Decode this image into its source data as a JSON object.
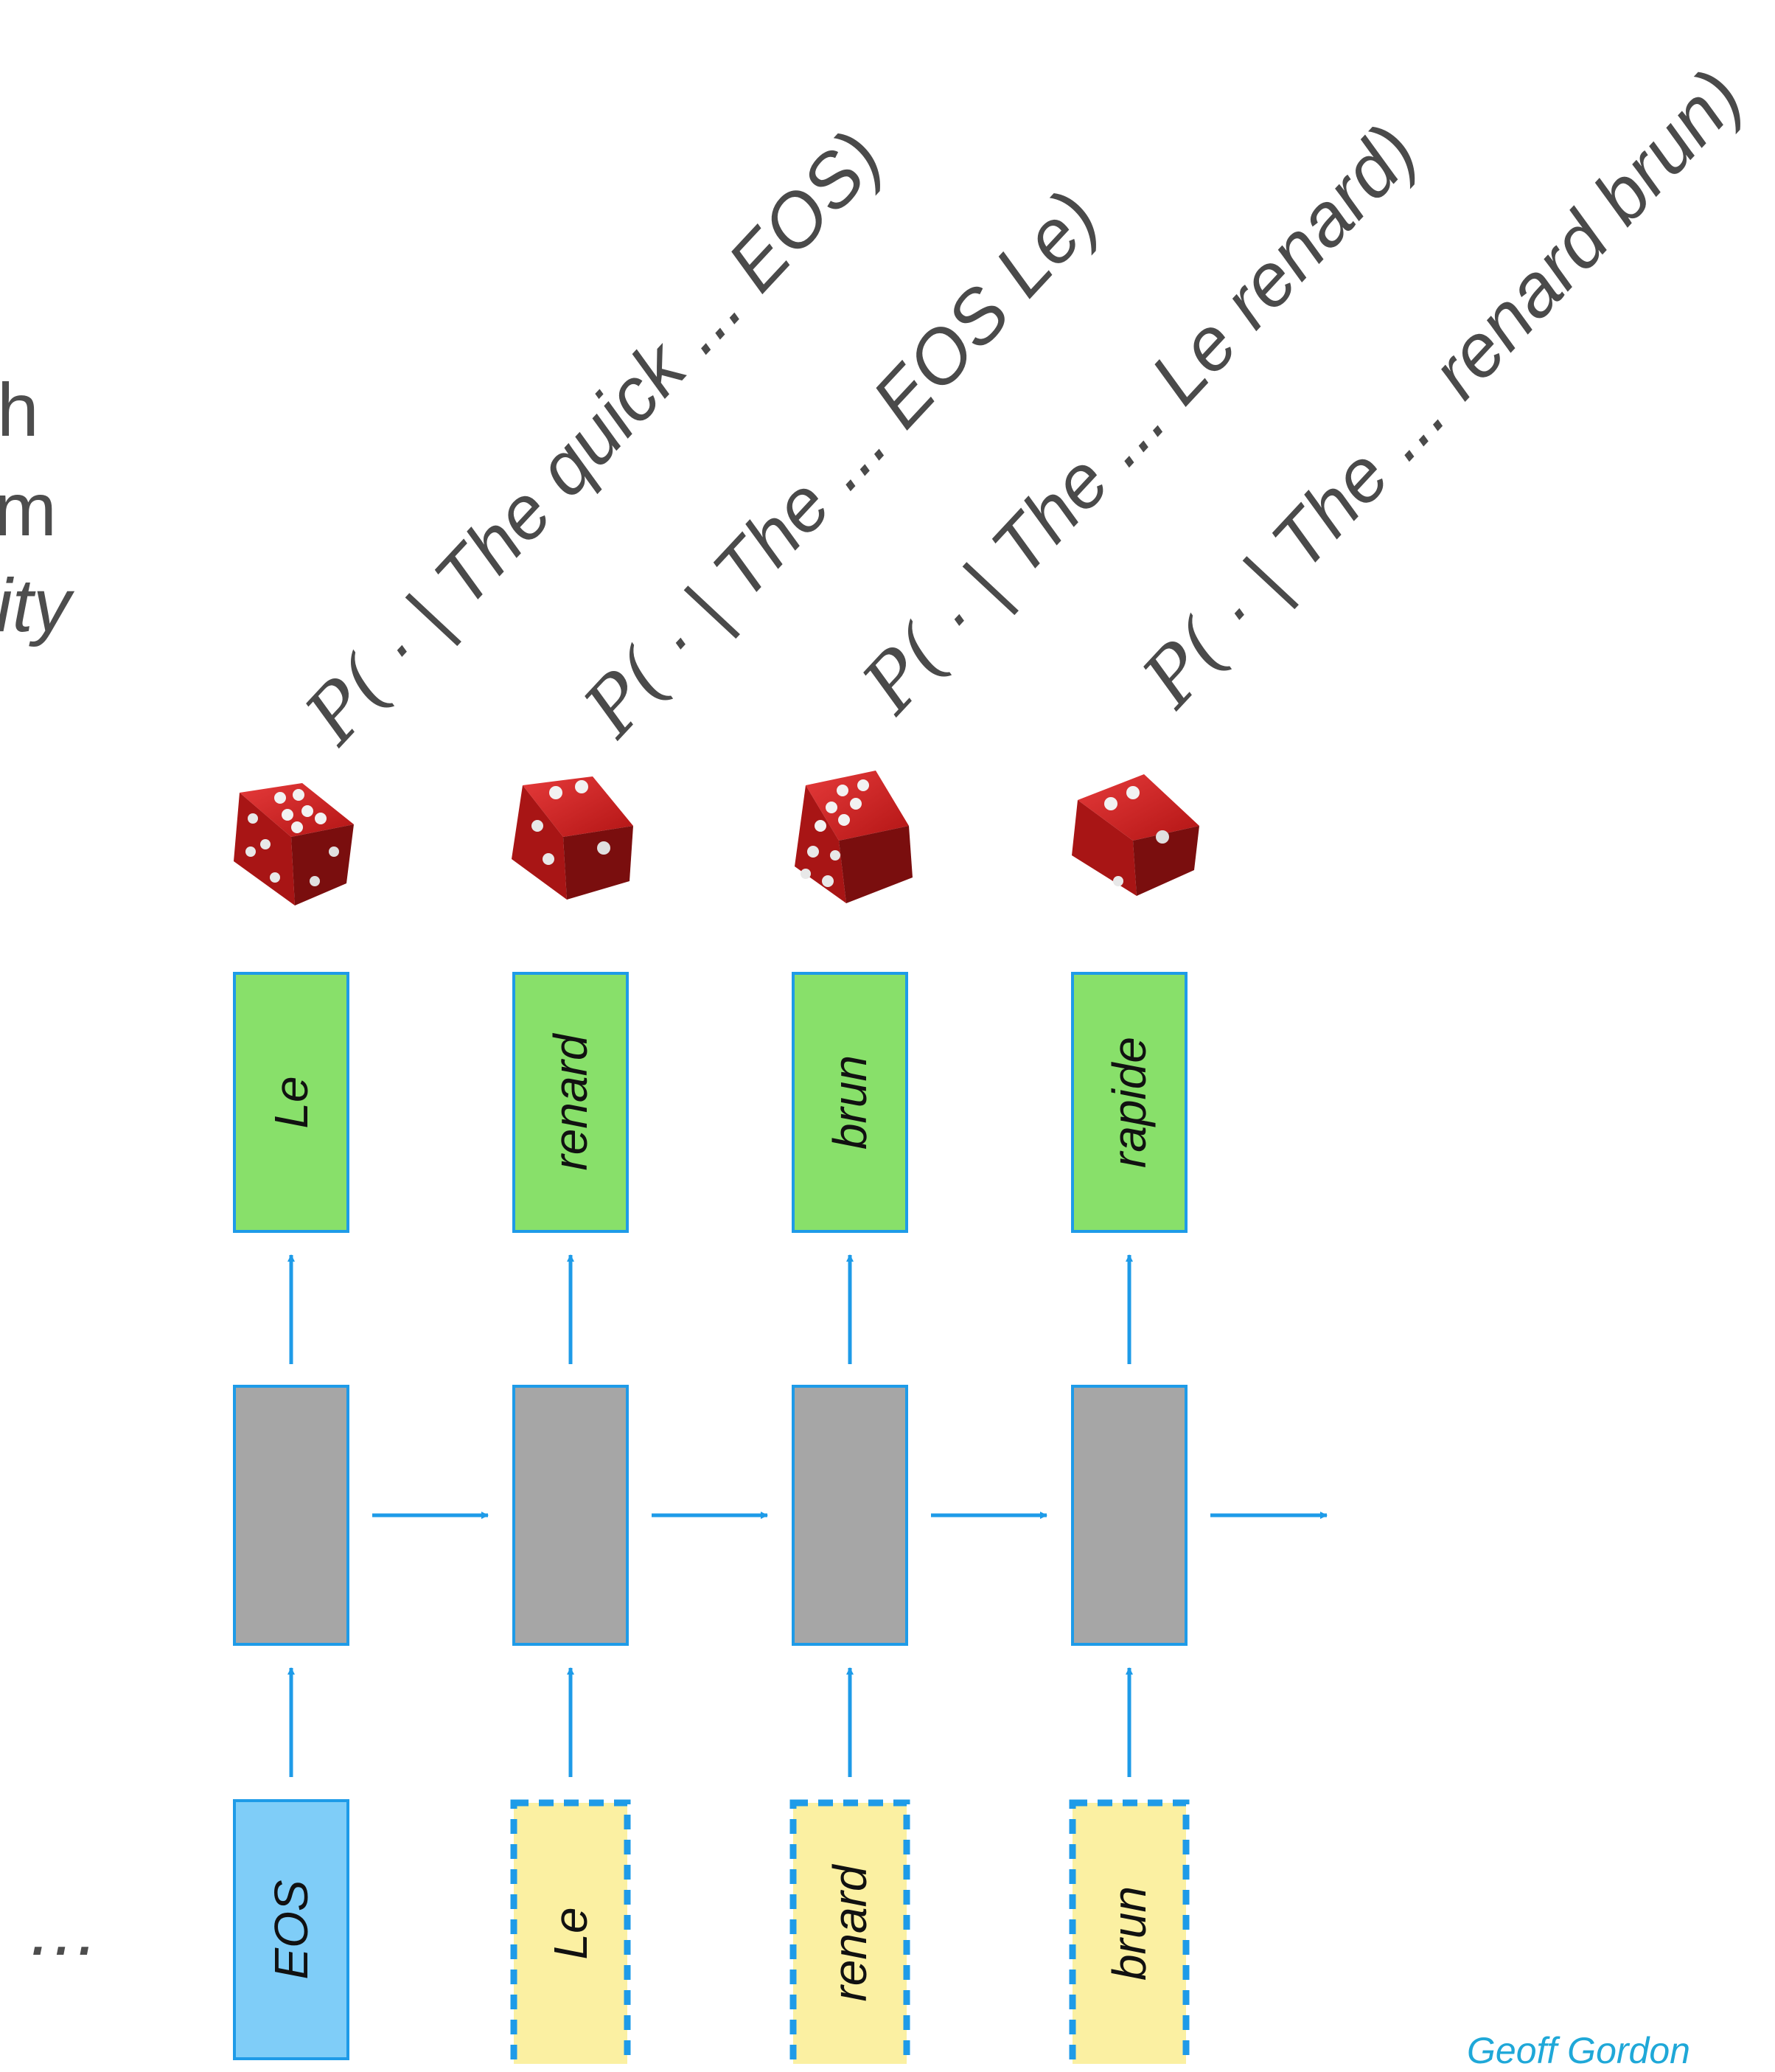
{
  "left_fragments": [
    "h",
    "m",
    "ity"
  ],
  "ellipsis": "…",
  "credit": "Geoff Gordon",
  "prob_labels": [
    {
      "p": "P(",
      "rest": " · | The quick ... EOS)"
    },
    {
      "p": "P(",
      "rest": " · | The ... EOS Le)"
    },
    {
      "p": "P(",
      "rest": " · | The ... Le renard)"
    },
    {
      "p": "P(",
      "rest": " · | The ... renard brun)"
    }
  ],
  "outputs": [
    "Le",
    "renard",
    "brun",
    "rapide"
  ],
  "inputs": [
    "EOS",
    "Le",
    "renard",
    "brun"
  ],
  "colors": {
    "arrow": "#1e9be8",
    "box_border": "#1e9be8",
    "output_fill": "#88e06a",
    "hidden_fill": "#a6a6a6",
    "eos_fill": "#7fcdf8",
    "fed_fill": "#fbf0a2",
    "die_red": "#c81e1e"
  },
  "icons": [
    "die-icon",
    "die-icon",
    "die-icon",
    "die-icon"
  ]
}
